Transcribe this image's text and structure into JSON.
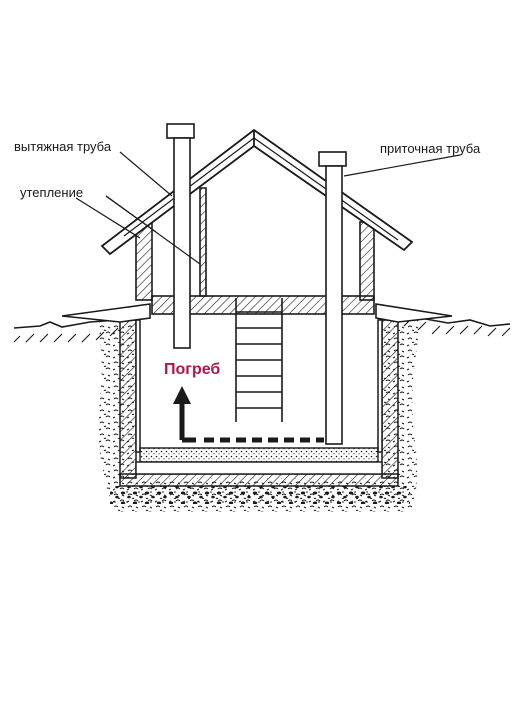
{
  "labels": {
    "exhaust_pipe": "вытяжная труба",
    "insulation": "утепление",
    "supply_pipe": "приточная труба",
    "cellar": "Погреб"
  },
  "colors": {
    "ink": "#1a1a1a",
    "cellar_label": "#b0154a"
  }
}
